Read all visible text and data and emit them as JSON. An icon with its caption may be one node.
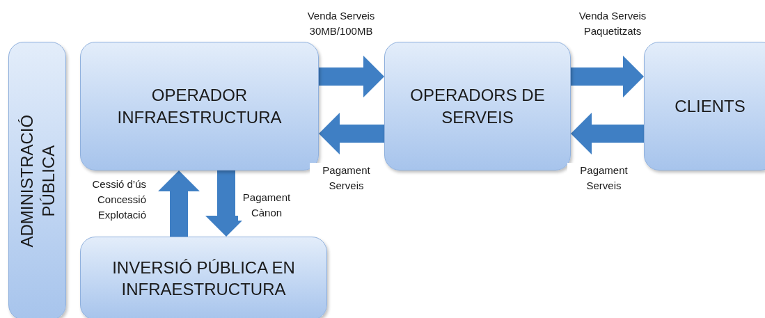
{
  "diagram": {
    "nodes": [
      {
        "text": [
          "ADMINISTRACIÓ PÚBLICA"
        ]
      },
      {
        "text": [
          "OPERADOR INFRAESTRUCTURA"
        ]
      },
      {
        "text": [
          "OPERADORS DE SERVEIS"
        ]
      },
      {
        "text": [
          "CLIENTS"
        ]
      },
      {
        "text": [
          "INVERSIÓ PÚBLICA EN INFRAESTRUCTURA"
        ]
      }
    ],
    "edges": [
      {
        "from": 1,
        "to": 2,
        "arrow": "to",
        "label": "Venda Serveis 30MB/100MB"
      },
      {
        "from": 2,
        "to": 1,
        "arrow": "to",
        "label": "Pagament Serveis"
      },
      {
        "from": 2,
        "to": 3,
        "arrow": "to",
        "label": "Venda Serveis Paquetitzats"
      },
      {
        "from": 3,
        "to": 2,
        "arrow": "to",
        "label": "Pagament Serveis"
      },
      {
        "from": 4,
        "to": 1,
        "arrow": "to",
        "label": "Cessió d’ús Concessió Explotació"
      },
      {
        "from": 1,
        "to": 4,
        "arrow": "to",
        "label": "Pagament Cànon"
      }
    ]
  }
}
